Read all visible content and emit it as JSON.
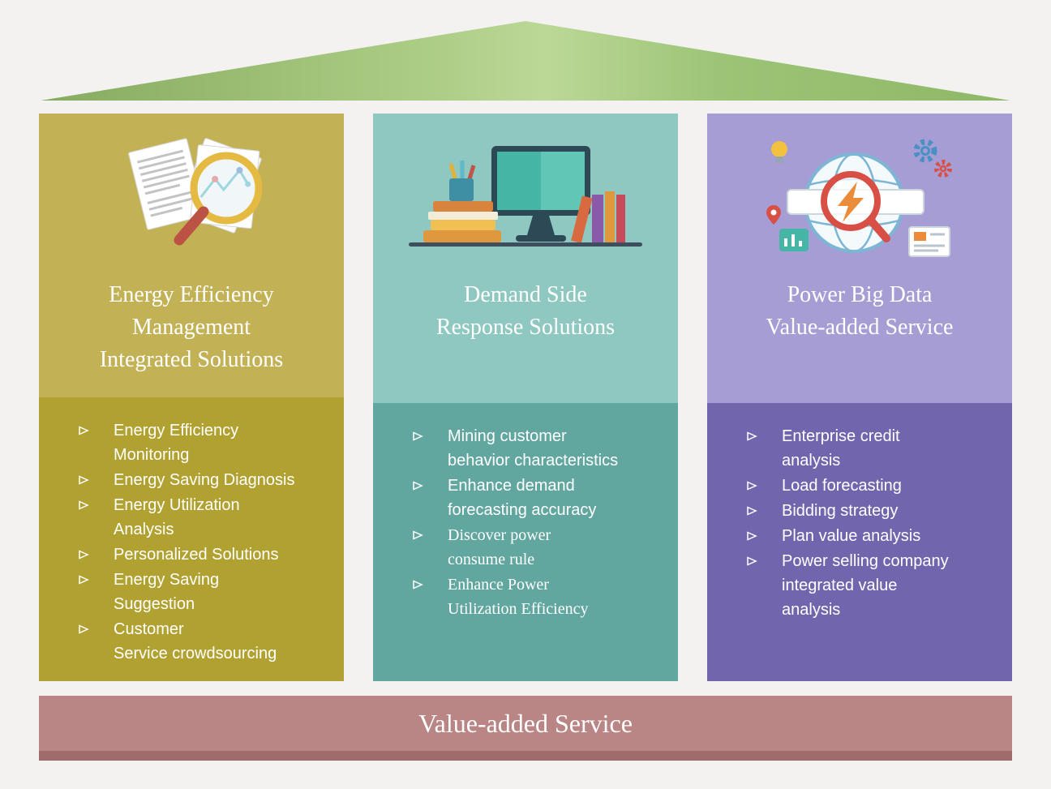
{
  "page": {
    "background": "#f3f2f1"
  },
  "roof": {
    "shape": "triangle",
    "colors": {
      "left": "#86ab5f",
      "center": "#bcd897",
      "right": "#8eb868"
    }
  },
  "bullet_glyph": "➢",
  "columns": [
    {
      "id": "energy-efficiency-solutions",
      "icon": "documents-magnifier-icon",
      "title_lines": [
        "Energy Efficiency",
        "Management",
        "Integrated Solutions"
      ],
      "items": [
        "Energy Efficiency\nMonitoring",
        "Energy Saving Diagnosis",
        "Energy Utilization\nAnalysis",
        "Personalized Solutions",
        "Energy Saving\nSuggestion",
        "Customer\nService  crowdsourcing"
      ],
      "colors": {
        "header": "#c3b156",
        "list": "#b1a131"
      }
    },
    {
      "id": "demand-side-response-solutions",
      "icon": "desk-computer-books-icon",
      "title_lines": [
        "Demand Side",
        "Response Solutions"
      ],
      "items": [
        "Mining customer\nbehavior characteristics",
        "Enhance demand\nforecasting accuracy",
        "Discover power\nconsume rule",
        "Enhance Power\nUtilization Efficiency"
      ],
      "colors": {
        "header": "#8fc7c1",
        "list": "#62a6a0"
      }
    },
    {
      "id": "power-big-data-value-added-service",
      "icon": "globe-search-icon",
      "title_lines": [
        "Power Big Data",
        "Value-added Service"
      ],
      "items": [
        "Enterprise credit\nanalysis",
        "Load forecasting",
        "Bidding strategy",
        "Plan value analysis",
        "Power selling company\nintegrated value\nanalysis"
      ],
      "colors": {
        "header": "#a59dd3",
        "list": "#7166ae"
      }
    }
  ],
  "footer": {
    "label": "Value-added Service",
    "colors": {
      "band": "#ba8585",
      "strip": "#9f6b6b"
    }
  }
}
